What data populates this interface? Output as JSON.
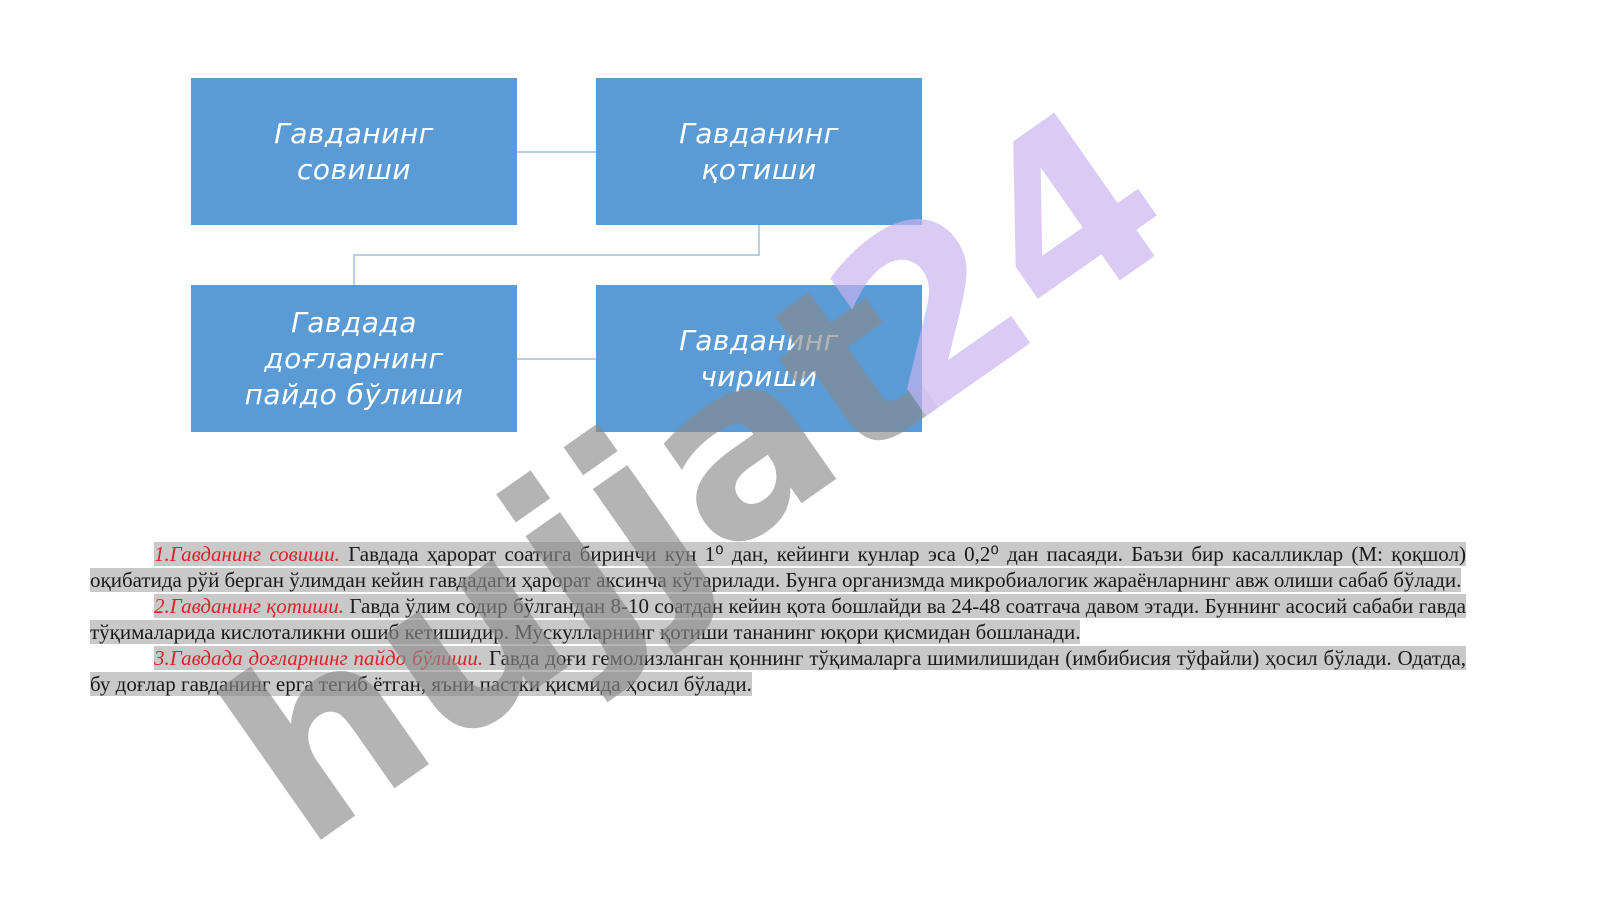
{
  "diagram": {
    "boxes": [
      {
        "line1": "Гавданинг",
        "line2": "совиши",
        "line3": ""
      },
      {
        "line1": "Гавданинг",
        "line2": "қотиши",
        "line3": ""
      },
      {
        "line1": "Гавдада",
        "line2": "доғларнинг",
        "line3": "пайдо бўлиши"
      },
      {
        "line1": "Гавданинг",
        "line2": "чириши",
        "line3": ""
      }
    ],
    "box_color": "#5b9bd5"
  },
  "paragraphs": [
    {
      "term": "1.Гавданинг совиши.",
      "body": " Гавдада ҳарорат соатига биринчи кун 1⁰ дан, кейинги кунлар эса 0,2⁰ дан пасаяди. Баъзи бир касалликлар (М: қоқшол) оқибатида рўй берган ўлимдан кейин гавдадаги ҳарорат аксинча кўтарилади. Бунга организмда микробиалогик жараёнларнинг авж олиши сабаб бўлади."
    },
    {
      "term": "2.Гавданинг қотиши.",
      "body": " Гавда ўлим содир бўлгандан 8-10 соатдан кейин қота бошлайди ва 24-48 соатгача давом этади. Буннинг асосий сабаби гавда тўқималарида кислоталикни ошиб кетишидир. Мускулларнинг қотиши тананинг юқори қисмидан бошланади."
    },
    {
      "term": "3.Гавдада доғларнинг пайдо бўлиши.",
      "body": " Гавда доғи гемолизланган қоннинг тўқималарга шимилишидан (имбибисия тўфайли) ҳосил бўлади. Одатда, бу доғлар гавданинг ерга тегиб ётган, яъни пастки қисмида ҳосил бўлади."
    }
  ],
  "watermark": {
    "text": "hujjat24",
    "colors": {
      "hujjat": "#8a8a8a",
      "digits": "#c9b3f0"
    }
  }
}
